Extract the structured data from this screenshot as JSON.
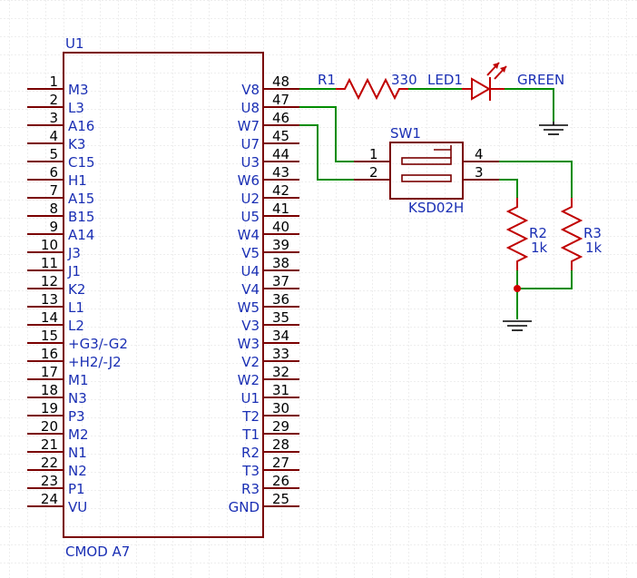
{
  "u1": {
    "ref": "U1",
    "part": "CMOD A7",
    "left_pins": [
      {
        "num": "1",
        "name": "M3"
      },
      {
        "num": "2",
        "name": "L3"
      },
      {
        "num": "3",
        "name": "A16"
      },
      {
        "num": "4",
        "name": "K3"
      },
      {
        "num": "5",
        "name": "C15"
      },
      {
        "num": "6",
        "name": "H1"
      },
      {
        "num": "7",
        "name": "A15"
      },
      {
        "num": "8",
        "name": "B15"
      },
      {
        "num": "9",
        "name": "A14"
      },
      {
        "num": "10",
        "name": "J3"
      },
      {
        "num": "11",
        "name": "J1"
      },
      {
        "num": "12",
        "name": "K2"
      },
      {
        "num": "13",
        "name": "L1"
      },
      {
        "num": "14",
        "name": "L2"
      },
      {
        "num": "15",
        "name": "+G3/-G2"
      },
      {
        "num": "16",
        "name": "+H2/-J2"
      },
      {
        "num": "17",
        "name": "M1"
      },
      {
        "num": "18",
        "name": "N3"
      },
      {
        "num": "19",
        "name": "P3"
      },
      {
        "num": "20",
        "name": "M2"
      },
      {
        "num": "21",
        "name": "N1"
      },
      {
        "num": "22",
        "name": "N2"
      },
      {
        "num": "23",
        "name": "P1"
      },
      {
        "num": "24",
        "name": "VU"
      }
    ],
    "right_pins": [
      {
        "num": "48",
        "name": "V8"
      },
      {
        "num": "47",
        "name": "U8"
      },
      {
        "num": "46",
        "name": "W7"
      },
      {
        "num": "45",
        "name": "U7"
      },
      {
        "num": "44",
        "name": "U3"
      },
      {
        "num": "43",
        "name": "W6"
      },
      {
        "num": "42",
        "name": "U2"
      },
      {
        "num": "41",
        "name": "U5"
      },
      {
        "num": "40",
        "name": "W4"
      },
      {
        "num": "39",
        "name": "V5"
      },
      {
        "num": "38",
        "name": "U4"
      },
      {
        "num": "37",
        "name": "V4"
      },
      {
        "num": "36",
        "name": "W5"
      },
      {
        "num": "35",
        "name": "V3"
      },
      {
        "num": "34",
        "name": "W3"
      },
      {
        "num": "33",
        "name": "V2"
      },
      {
        "num": "32",
        "name": "W2"
      },
      {
        "num": "31",
        "name": "U1"
      },
      {
        "num": "30",
        "name": "T2"
      },
      {
        "num": "29",
        "name": "T1"
      },
      {
        "num": "28",
        "name": "R2"
      },
      {
        "num": "27",
        "name": "T3"
      },
      {
        "num": "26",
        "name": "R3"
      },
      {
        "num": "25",
        "name": "GND"
      }
    ]
  },
  "r1": {
    "ref": "R1",
    "value": "330"
  },
  "led1": {
    "ref": "LED1",
    "value": "GREEN"
  },
  "sw1": {
    "ref": "SW1",
    "part": "KSD02H",
    "pins": [
      "1",
      "2",
      "4",
      "3"
    ]
  },
  "r2": {
    "ref": "R2",
    "value": "1k"
  },
  "r3": {
    "ref": "R3",
    "value": "1k"
  },
  "colors": {
    "text": "#1a2fb4",
    "pin_number": "#000000",
    "component": "#7a0000",
    "wire": "#008c00",
    "passive": "#c00000",
    "grid": "#dcdcdc",
    "junction": "#d00000"
  }
}
